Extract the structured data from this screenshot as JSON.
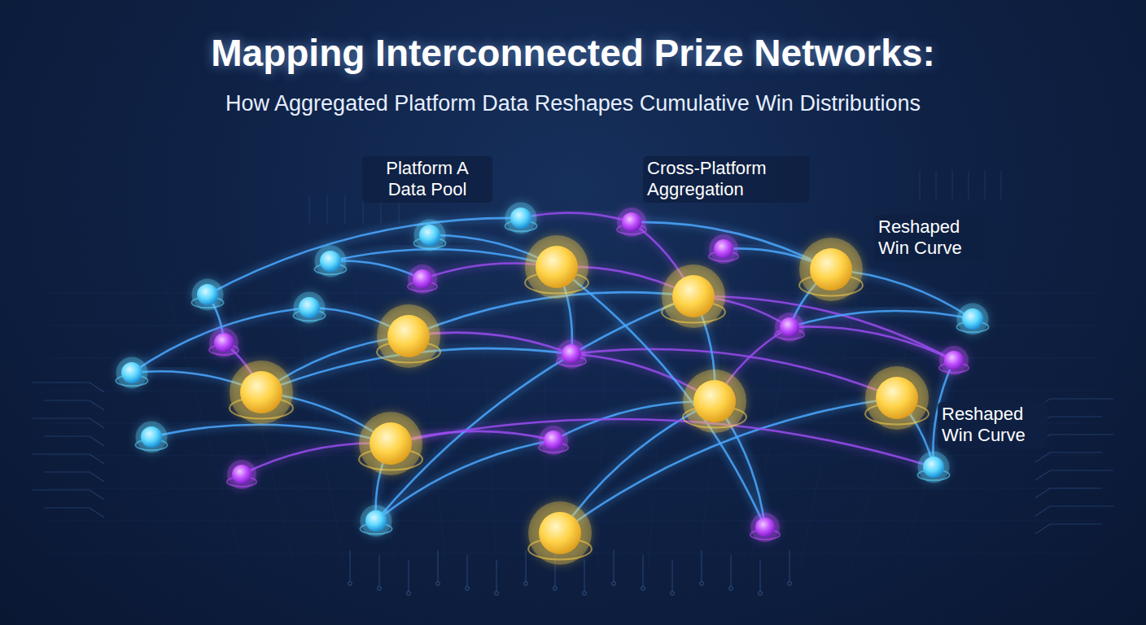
{
  "diagram": {
    "title": "Mapping Interconnected Prize Networks:",
    "labels": [
      "How Aggregated Platform Data Reshapes Cumulative Win Distributions",
      "Platform A Data Pool",
      "Cross-Platform Aggregation",
      "Reshaped Win Curve",
      "Reshaped Win Curve"
    ]
  }
}
